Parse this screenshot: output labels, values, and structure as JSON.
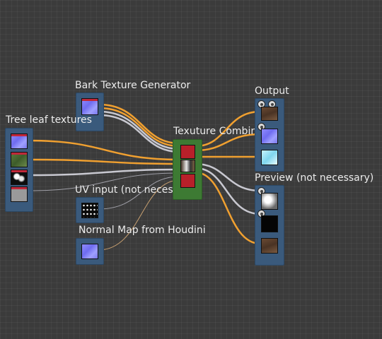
{
  "nodes": {
    "bark": {
      "title": "Bark Texture Generator"
    },
    "tree_leaf": {
      "title": "Tree leaf textures"
    },
    "combiner": {
      "title": "Texuture Combin"
    },
    "uv": {
      "title": "UV input (not necessary)"
    },
    "normal": {
      "title": "Normal Map from Houdini"
    },
    "output": {
      "title": "Output"
    },
    "preview": {
      "title": "Preview (not necessary)"
    }
  },
  "colors": {
    "canvas_bg": "#3b3b3b",
    "node_blue": "#3a5a7c",
    "node_green": "#3d7a33",
    "wire_orange": "#f0a030",
    "wire_gray": "#b8b8c0",
    "wire_red": "#b8202a"
  },
  "icons": [
    "settings-gear-icon",
    "checker-icon"
  ]
}
